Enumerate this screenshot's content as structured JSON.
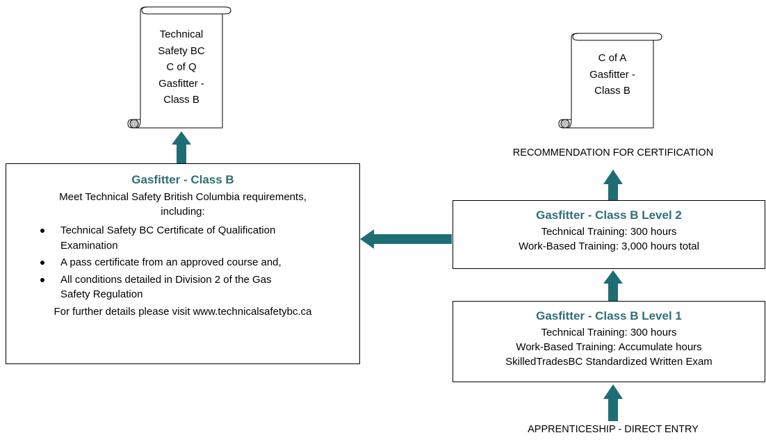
{
  "colors": {
    "accent": "#2e6f76",
    "arrow": "#1f6d74"
  },
  "scroll_left": {
    "lines": [
      "Technical",
      "Safety BC",
      "C of Q",
      "Gasfitter -",
      "Class B"
    ]
  },
  "scroll_right": {
    "lines": [
      "C of A",
      "Gasfitter -",
      "Class B"
    ]
  },
  "cert_box": {
    "title": "Gasfitter - Class B",
    "intro_line1": "Meet Technical Safety British Columbia requirements,",
    "intro_line2": "including:",
    "bullets": [
      {
        "line1": "Technical Safety BC Certificate of Qualification",
        "line2": "Examination"
      },
      {
        "line1": "A pass certificate from an approved course and,",
        "line2": ""
      },
      {
        "line1": "All conditions detailed in Division 2 of the Gas",
        "line2": "Safety Regulation"
      }
    ],
    "footer": "For further details please visit www.technicalsafetybc.ca"
  },
  "recommendation_label": "RECOMMENDATION FOR CERTIFICATION",
  "level2": {
    "title": "Gasfitter - Class B Level 2",
    "lines": [
      "Technical Training:  300 hours",
      "Work-Based Training: 3,000 hours total"
    ]
  },
  "level1": {
    "title": "Gasfitter - Class B Level 1",
    "lines": [
      "Technical Training:  300 hours",
      "Work-Based Training: Accumulate hours",
      "SkilledTradesBC Standardized Written Exam"
    ]
  },
  "entry_label": "APPRENTICESHIP - DIRECT ENTRY"
}
